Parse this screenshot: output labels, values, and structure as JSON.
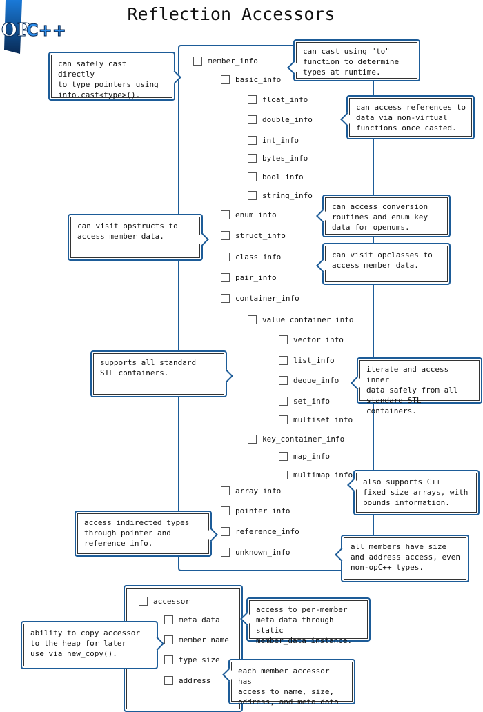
{
  "title": "Reflection Accessors",
  "logo": {
    "text": "OP C++",
    "colors": {
      "primary": "#0a5fb4",
      "dark": "#0a2d5a"
    }
  },
  "colors": {
    "border": "#1d5c98"
  },
  "tree": [
    "member_info",
    "basic_info",
    "float_info",
    "double_info",
    "int_info",
    "bytes_info",
    "bool_info",
    "string_info",
    "enum_info",
    "struct_info",
    "class_info",
    "pair_info",
    "container_info",
    "value_container_info",
    "vector_info",
    "list_info",
    "deque_info",
    "set_info",
    "multiset_info",
    "key_container_info",
    "map_info",
    "multimap_info",
    "array_info",
    "pointer_info",
    "reference_info",
    "unknown_info"
  ],
  "accessor_tree": [
    "accessor",
    "meta_data",
    "member_name",
    "type_size",
    "address"
  ],
  "callouts": [
    "can safely cast directly\nto type pointers using\ninfo.cast<type>().",
    "can cast using \"to\"\nfunction to determine\ntypes at runtime.",
    "can access references to\ndata via non-virtual\nfunctions once casted.",
    "can access conversion\nroutines and enum key\ndata for openums.",
    "can visit opstructs to\naccess member data.",
    "can visit opclasses to\naccess member data.",
    "supports all standard\nSTL containers.",
    "iterate and access inner\ndata safely from all\nstandard STL containers.",
    "also supports C++\nfixed size arrays, with\nbounds information.",
    "access indirected types\nthrough pointer and\nreference info.",
    "all members have size\nand address access, even\nnon-opC++ types.",
    "access to per-member\nmeta data through static\nmember_data instance.",
    "ability to copy accessor\nto the heap for later\nuse via new_copy().",
    "each member accessor has\naccess to name, size,\naddress, and meta data"
  ]
}
